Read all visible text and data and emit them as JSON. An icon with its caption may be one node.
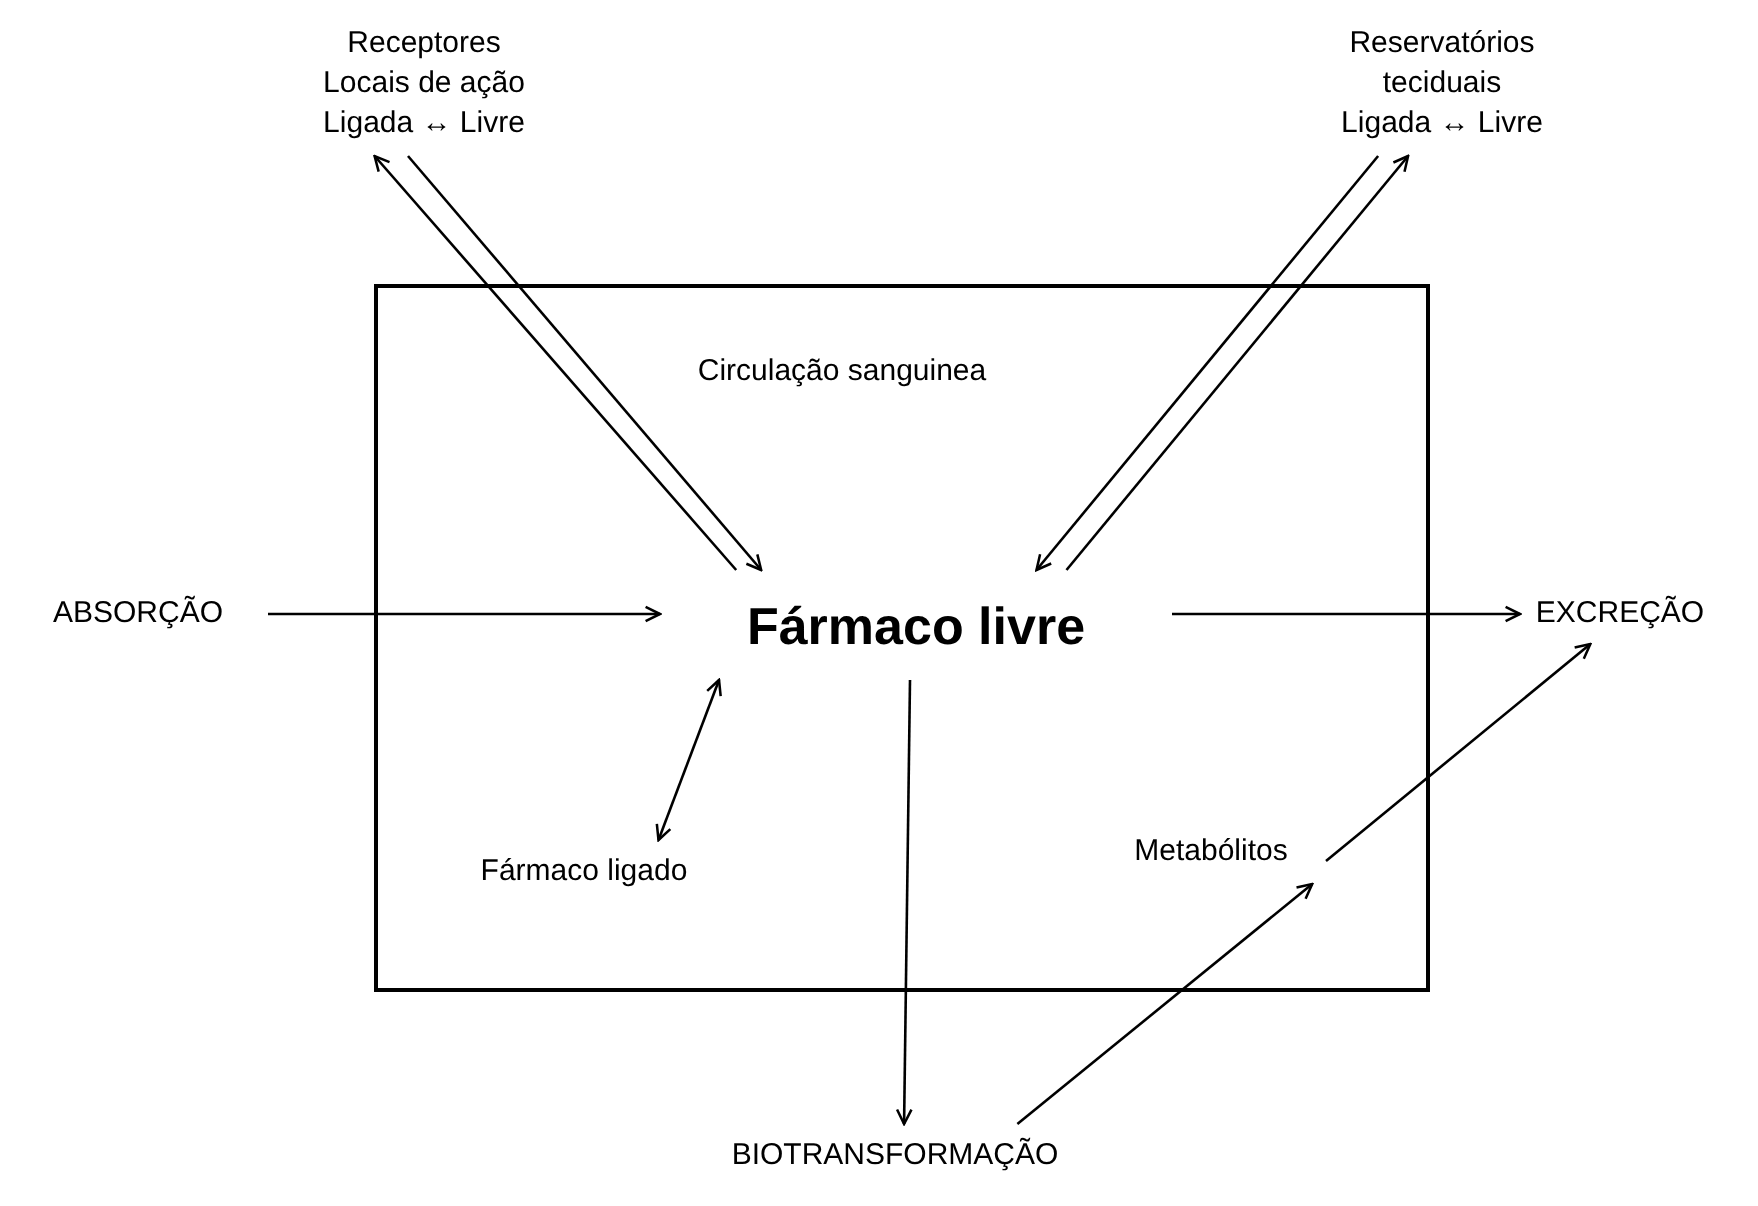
{
  "diagram": {
    "nodes": [
      {
        "text": [
          "Circulação sanguinea"
        ]
      },
      {
        "text": [
          "Receptores Locais de ação Ligada ↔ Livre"
        ]
      },
      {
        "text": [
          "Reservatórios teciduais Ligada ↔ Livre"
        ]
      },
      {
        "text": [
          "ABSORÇÃO"
        ]
      },
      {
        "text": [
          "Fármaco livre"
        ],
        "in": 0
      },
      {
        "text": [
          "EXCREÇÃO"
        ]
      },
      {
        "text": [
          "Fármaco ligado"
        ],
        "in": 0
      },
      {
        "text": [
          "Metabólitos"
        ],
        "in": 0
      },
      {
        "text": [
          "BIOTRANSFORMAÇÃO"
        ]
      }
    ],
    "edges": [
      {
        "from": 3,
        "to": 4,
        "arrow": "to"
      },
      {
        "from": 4,
        "to": 5,
        "arrow": "to"
      },
      {
        "from": 4,
        "to": 1,
        "arrow": "to"
      },
      {
        "from": 1,
        "to": 4,
        "arrow": "to"
      },
      {
        "from": 2,
        "to": 4,
        "arrow": "to"
      },
      {
        "from": 4,
        "to": 2,
        "arrow": "to"
      },
      {
        "from": 4,
        "to": 6,
        "arrow": "both"
      },
      {
        "from": 4,
        "to": 8,
        "arrow": "to"
      },
      {
        "from": 8,
        "to": 7,
        "arrow": "to"
      },
      {
        "from": 7,
        "to": 5,
        "arrow": "to"
      }
    ]
  }
}
